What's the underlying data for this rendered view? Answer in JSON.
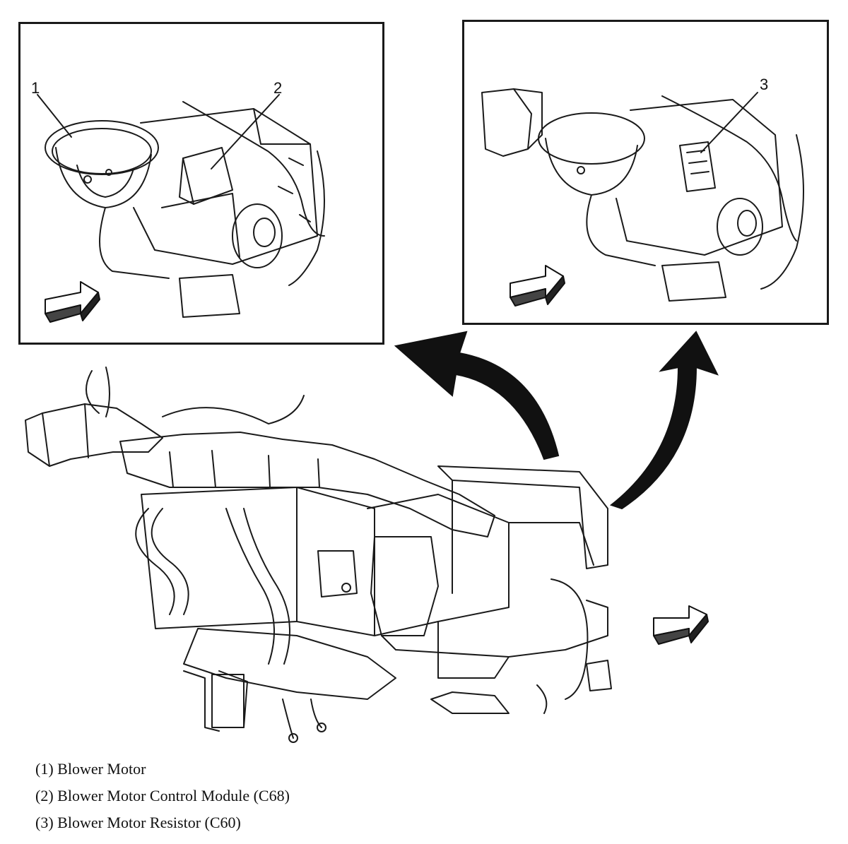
{
  "callouts": {
    "one": "1",
    "two": "2",
    "three": "3"
  },
  "legend": [
    "(1) Blower Motor",
    "(2) Blower Motor Control Module (C68)",
    "(3) Blower Motor Resistor (C60)"
  ],
  "colors": {
    "line": "#1a1a1a",
    "background": "#ffffff"
  }
}
